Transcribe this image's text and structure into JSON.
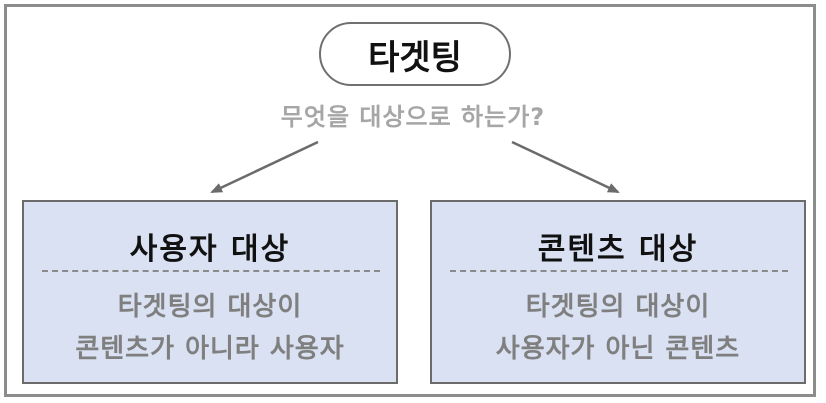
{
  "diagram": {
    "root": {
      "label": "타겟팅",
      "question": "무엇을 대상으로 하는가?"
    },
    "branches": [
      {
        "title": "사용자 대상",
        "description": [
          "타겟팅의 대상이",
          "콘텐츠가 아니라 사용자"
        ]
      },
      {
        "title": "콘텐츠 대상",
        "description": [
          "타겟팅의 대상이",
          "사용자가 아닌 콘텐츠"
        ]
      }
    ],
    "colors": {
      "border": "#8c8c8c",
      "box_fill": "#d9e1f2",
      "question_text": "#a6a6a6",
      "desc_text": "#7f7f7f",
      "arrow": "#6b6b6b"
    }
  }
}
